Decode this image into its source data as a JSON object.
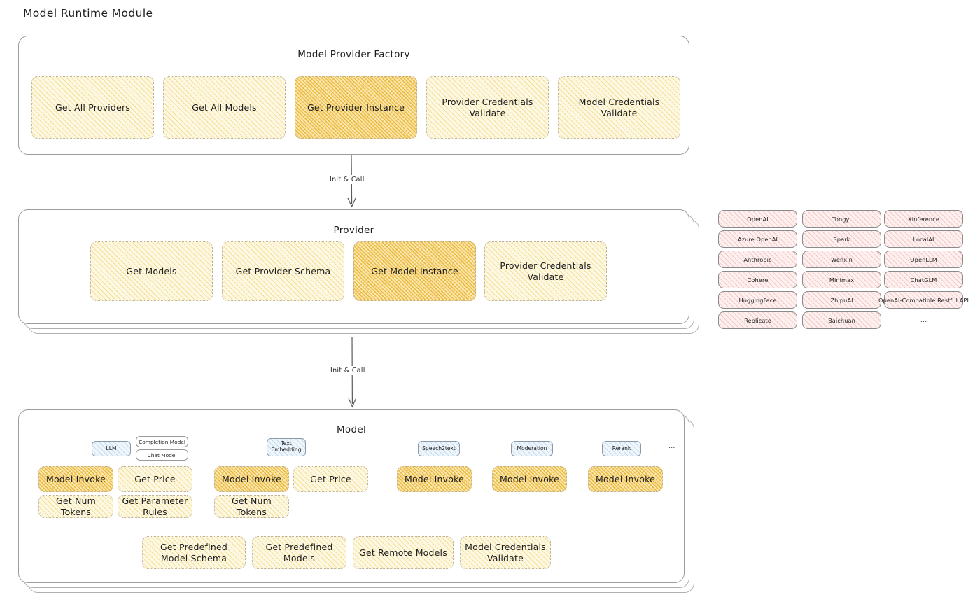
{
  "page": {
    "title": "Model Runtime Module",
    "colors": {
      "highlight_fill": "#fbe7b0",
      "normal_fill": "#fdf8e3",
      "provider_chip_fill": "#fdf0ef",
      "badge_fill": "#eef5fb",
      "panel_border": "#9c9c9c",
      "box_border": "#b9b0a0"
    }
  },
  "factory": {
    "title": "Model Provider Factory",
    "actions": [
      {
        "label": "Get All Providers",
        "highlighted": false
      },
      {
        "label": "Get All Models",
        "highlighted": false
      },
      {
        "label": "Get Provider Instance",
        "highlighted": true
      },
      {
        "label": "Provider Credentials Validate",
        "highlighted": false
      },
      {
        "label": "Model Credentials Validate",
        "highlighted": false
      }
    ]
  },
  "arrow_top": {
    "label": "Init & Call"
  },
  "arrow_bottom": {
    "label": "Init & Call"
  },
  "provider": {
    "title": "Provider",
    "actions": [
      {
        "label": "Get Models",
        "highlighted": false
      },
      {
        "label": "Get Provider Schema",
        "highlighted": false
      },
      {
        "label": "Get Model Instance",
        "highlighted": true
      },
      {
        "label": "Provider Credentials Validate",
        "highlighted": false
      }
    ]
  },
  "provider_list": {
    "columns": [
      {
        "items": [
          "OpenAI",
          "Azure OpenAI",
          "Anthropic",
          "Cohere",
          "HuggingFace",
          "Replicate"
        ]
      },
      {
        "items": [
          "Tongyi",
          "Spark",
          "Wenxin",
          "Minimax",
          "ZhipuAI",
          "Baichuan"
        ]
      },
      {
        "items": [
          "Xinference",
          "LocalAI",
          "OpenLLM",
          "ChatGLM",
          "OpenAI-Compatible Restful API"
        ]
      }
    ],
    "ellipsis": "..."
  },
  "model": {
    "title": "Model",
    "ellipsis": "...",
    "types": [
      {
        "badge": "LLM",
        "sub_badges": [
          "Completion Model",
          "Chat Model"
        ],
        "actions": [
          {
            "label": "Model Invoke",
            "highlighted": true
          },
          {
            "label": "Get Price",
            "highlighted": false
          },
          {
            "label": "Get Num Tokens",
            "highlighted": false
          },
          {
            "label": "Get Parameter Rules",
            "highlighted": false
          }
        ]
      },
      {
        "badge": "Text\nEmbedding",
        "sub_badges": [],
        "actions": [
          {
            "label": "Model Invoke",
            "highlighted": true
          },
          {
            "label": "Get Price",
            "highlighted": false
          },
          {
            "label": "Get Num Tokens",
            "highlighted": false
          }
        ]
      },
      {
        "badge": "Speech2text",
        "sub_badges": [],
        "actions": [
          {
            "label": "Model Invoke",
            "highlighted": true
          }
        ]
      },
      {
        "badge": "Moderation",
        "sub_badges": [],
        "actions": [
          {
            "label": "Model Invoke",
            "highlighted": true
          }
        ]
      },
      {
        "badge": "Rerank",
        "sub_badges": [],
        "actions": [
          {
            "label": "Model Invoke",
            "highlighted": true
          }
        ]
      }
    ],
    "common_actions": [
      {
        "label": "Get Predefined Model Schema",
        "highlighted": false
      },
      {
        "label": "Get Predefined Models",
        "highlighted": false
      },
      {
        "label": "Get Remote Models",
        "highlighted": false
      },
      {
        "label": "Model Credentials Validate",
        "highlighted": false
      }
    ]
  }
}
